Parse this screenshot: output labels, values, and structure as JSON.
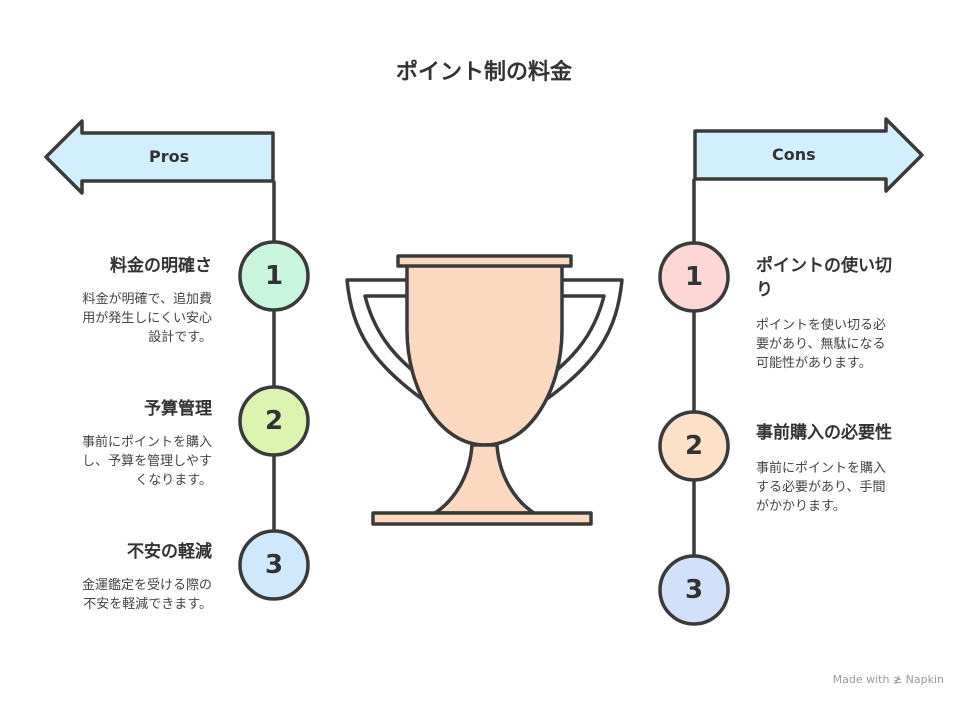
{
  "title": "ポイント制の料金",
  "pros": {
    "label": "Pros",
    "items": [
      {
        "num": "1",
        "heading": "料金の明確さ",
        "desc_lines": [
          "料金が明確で、追加費",
          "用が発生しにくい安心",
          "設計です。"
        ]
      },
      {
        "num": "2",
        "heading": "予算管理",
        "desc_lines": [
          "事前にポイントを購入",
          "し、予算を管理しやす",
          "くなります。"
        ]
      },
      {
        "num": "3",
        "heading": "不安の軽減",
        "desc_lines": [
          "金運鑑定を受ける際の",
          "不安を軽減できます。"
        ]
      }
    ]
  },
  "cons": {
    "label": "Cons",
    "items": [
      {
        "num": "1",
        "heading_lines": [
          "ポイントの使い切",
          "り"
        ],
        "desc_lines": [
          "ポイントを使い切る必",
          "要があり、無駄になる",
          "可能性があります。"
        ]
      },
      {
        "num": "2",
        "heading_lines": [
          "事前購入の必要性"
        ],
        "desc_lines": [
          "事前にポイントを購入",
          "する必要があり、手間",
          "がかかります。"
        ]
      },
      {
        "num": "3",
        "heading_lines": [],
        "desc_lines": []
      }
    ]
  },
  "footer": "Made with ≱ Napkin",
  "colors": {
    "arrow_fill": "#d2efff",
    "pro1": "#c9f4de",
    "pro2": "#ddf4b0",
    "pro3": "#cfe8fb",
    "con1": "#fdd6d6",
    "con2": "#fde0c8",
    "con3": "#d3e0fa",
    "trophy": "#fbd9c1"
  }
}
